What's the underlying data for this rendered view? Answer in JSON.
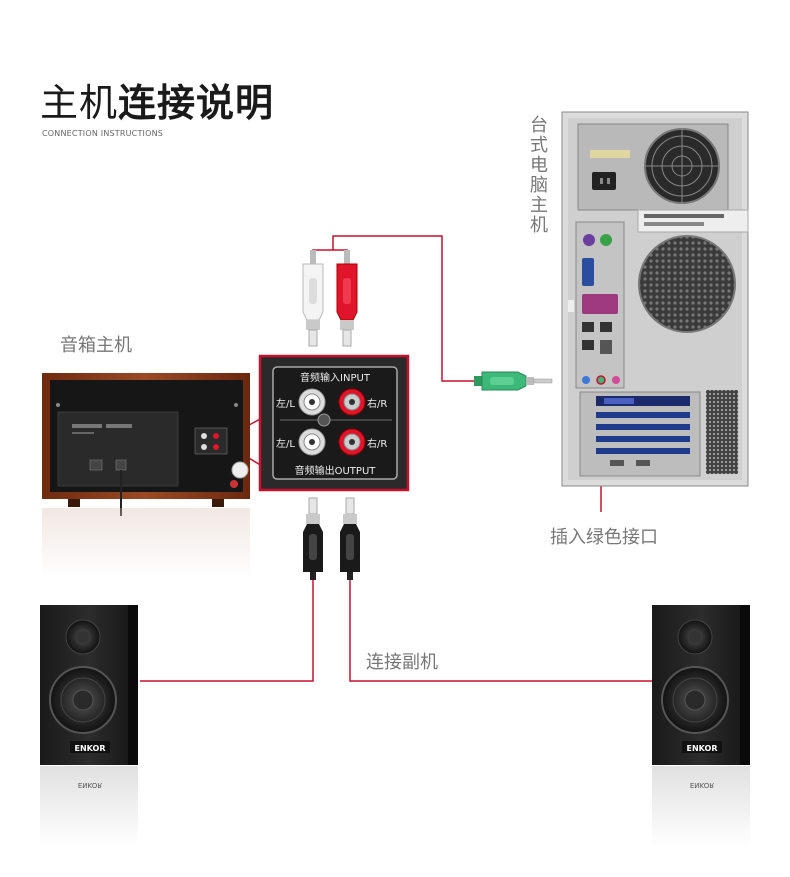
{
  "header": {
    "title_part1": "主机",
    "title_part2": "连接说明",
    "subtitle": "CONNECTION INSTRUCTIONS"
  },
  "labels": {
    "pc": "台式电脑主机",
    "speaker_main": "音箱主机",
    "green_jack": "插入绿色接口",
    "connect_sub": "连接副机"
  },
  "panel": {
    "input_label": "音频输入INPUT",
    "output_label": "音频输出OUTPUT",
    "left": "左/L",
    "right": "右/R"
  },
  "brand": "ENKOR",
  "colors": {
    "line": "#c8102e",
    "panel_border": "#c8102e",
    "jack_green": "#3cb878",
    "plug_red": "#e0152b",
    "wood": "#8a3b1c"
  },
  "icons": {
    "rca_white": "rca-white-plug-icon",
    "rca_red": "rca-red-plug-icon",
    "aux": "aux-green-plug-icon",
    "rca_black": "rca-black-plug-icon"
  }
}
